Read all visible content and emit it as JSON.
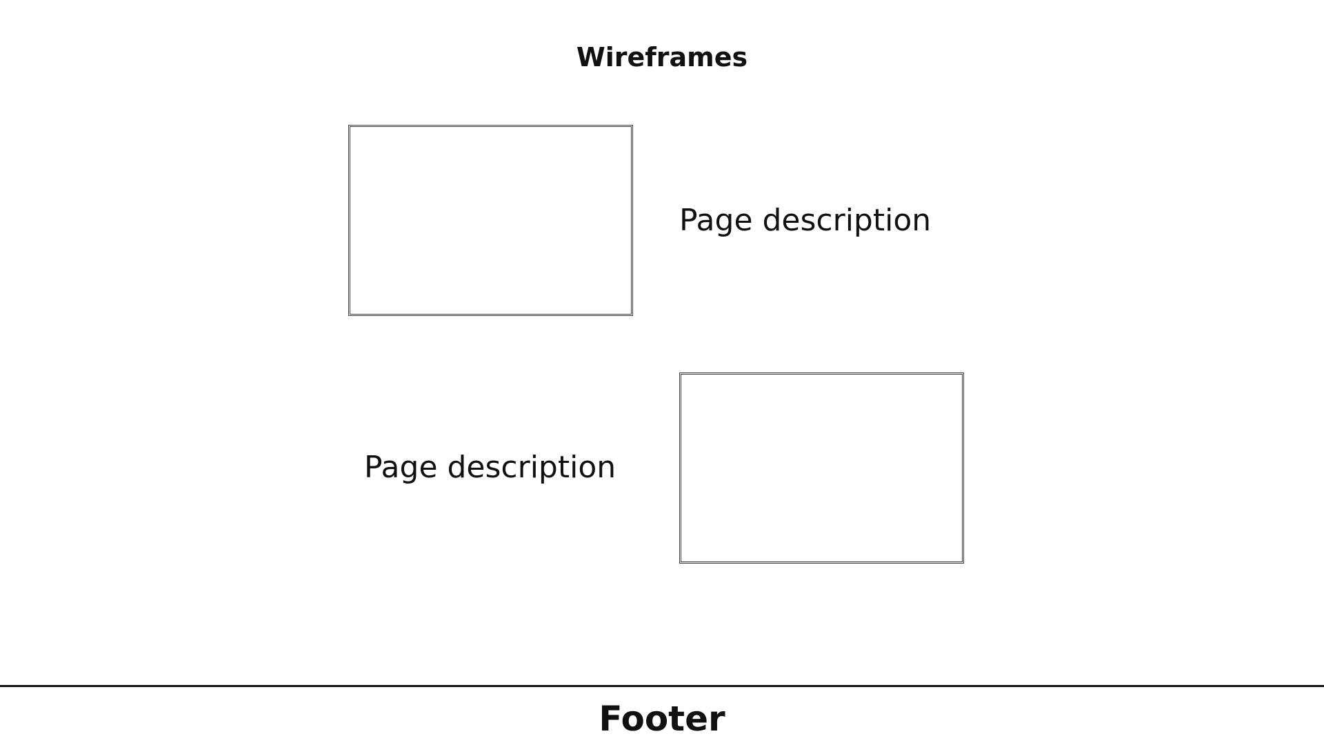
{
  "header": {
    "title": "Wireframes"
  },
  "rows": [
    {
      "description": "Page description"
    },
    {
      "description": "Page description"
    }
  ],
  "footer": {
    "label": "Footer"
  }
}
